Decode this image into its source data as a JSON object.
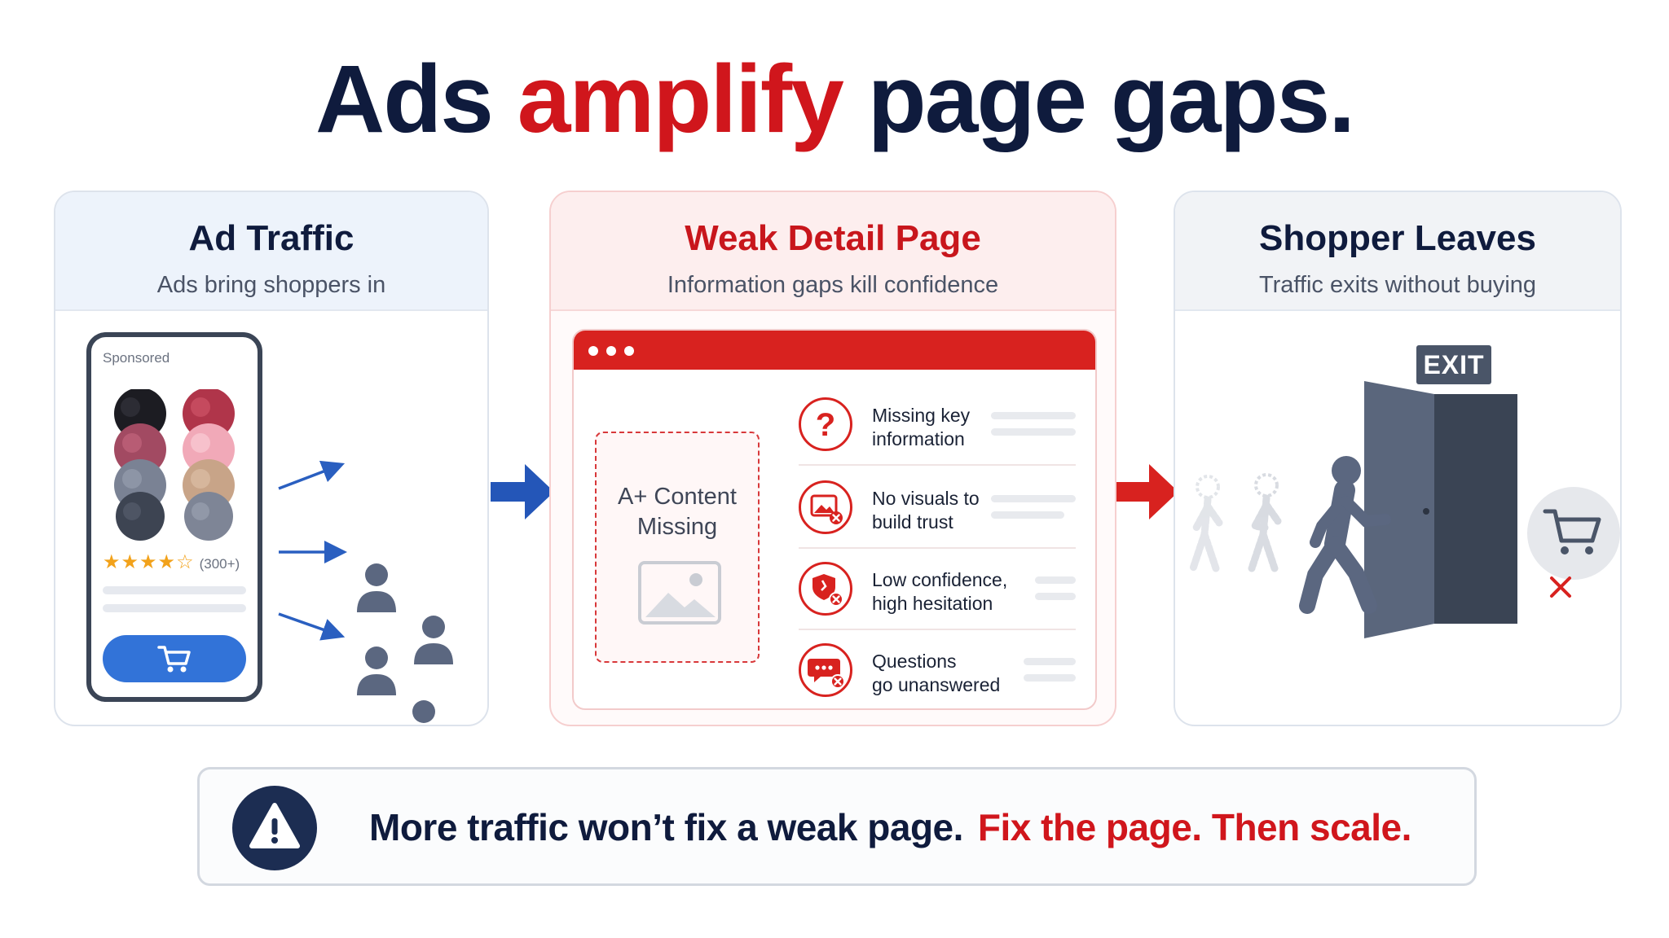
{
  "headline": {
    "part1": "Ads",
    "accent": "amplify",
    "part2": "page gaps."
  },
  "panels": {
    "ad_traffic": {
      "title": "Ad Traffic",
      "subtitle": "Ads bring shoppers in",
      "phone": {
        "sponsored_label": "Sponsored",
        "stars": "★★★★☆",
        "review_count": "(300+)",
        "cart_icon": "cart-icon"
      }
    },
    "weak_detail": {
      "title": "Weak Detail Page",
      "subtitle": "Information gaps kill confidence",
      "placeholder": {
        "line1": "A+ Content",
        "line2": "Missing",
        "icon": "image-placeholder-icon"
      },
      "issues": [
        {
          "line1": "Missing key",
          "line2": "information",
          "icon": "question-icon"
        },
        {
          "line1": "No visuals to",
          "line2": "build trust",
          "icon": "no-image-icon"
        },
        {
          "line1": "Low confidence,",
          "line2": "high hesitation",
          "icon": "broken-shield-icon"
        },
        {
          "line1": "Questions",
          "line2": "go unanswered",
          "icon": "chat-error-icon"
        }
      ]
    },
    "shopper_leaves": {
      "title": "Shopper Leaves",
      "subtitle": "Traffic exits without buying",
      "exit_sign": "EXIT",
      "icons": [
        "door-icon",
        "walking-person-icon",
        "cart-icon",
        "x-icon"
      ]
    }
  },
  "banner": {
    "text_main": "More traffic won’t fix a weak page.",
    "text_accent": "Fix the page. Then scale.",
    "icon": "warning-icon"
  },
  "colors": {
    "navy": "#0f1b3d",
    "red": "#d0161c",
    "blue": "#2a5fc0",
    "gray_figure": "#5b6780"
  }
}
